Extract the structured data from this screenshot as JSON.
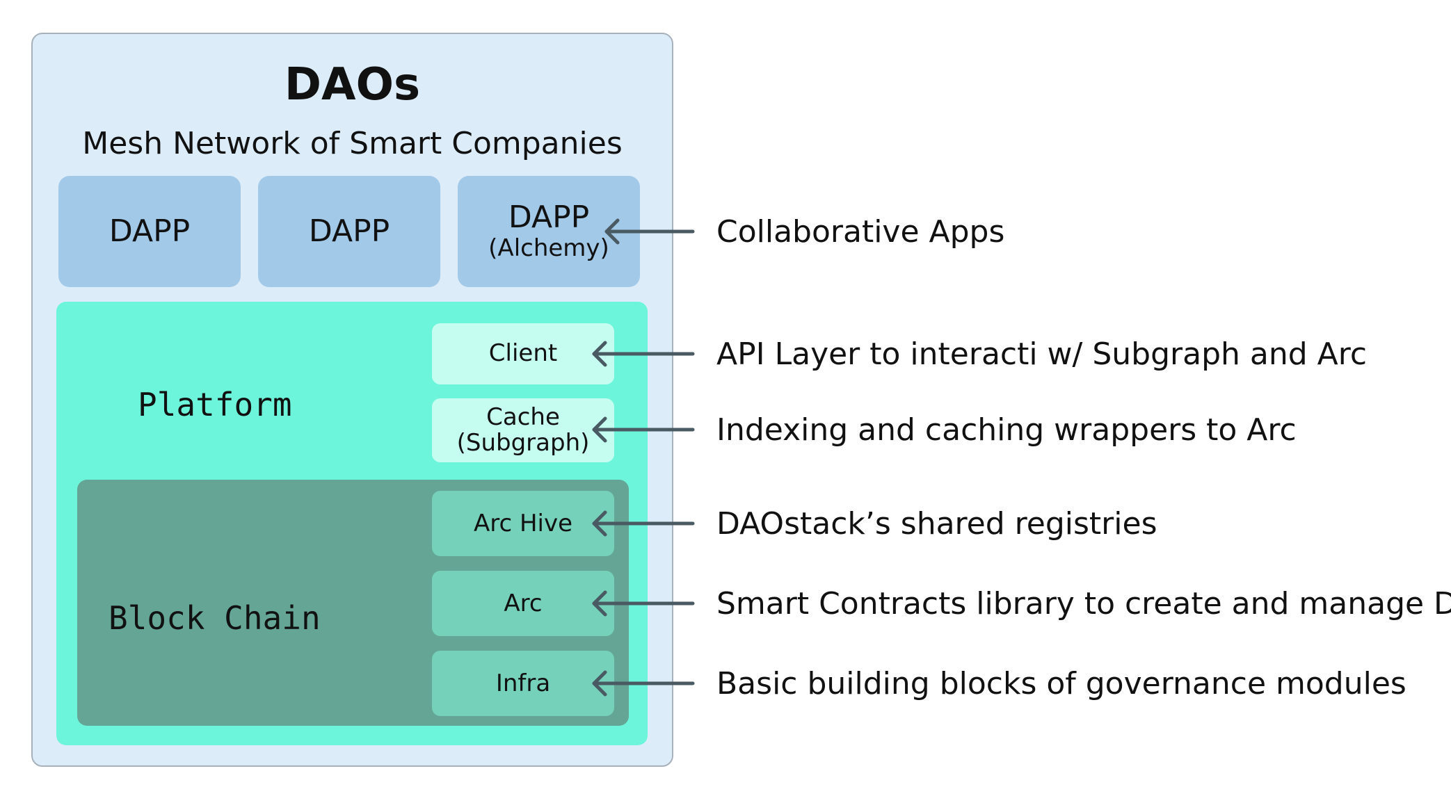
{
  "diagram": {
    "title": "DAOs",
    "subtitle": "Mesh Network of Smart Companies",
    "dapps": [
      {
        "label": "DAPP",
        "sub": ""
      },
      {
        "label": "DAPP",
        "sub": ""
      },
      {
        "label": "DAPP",
        "sub": "(Alchemy)"
      }
    ],
    "platform": {
      "label": "Platform",
      "boxes": [
        {
          "line1": "Client",
          "line2": ""
        },
        {
          "line1": "Cache",
          "line2": "(Subgraph)"
        }
      ]
    },
    "blockchain": {
      "label": "Block Chain",
      "boxes": [
        "Arc Hive",
        "Arc",
        "Infra"
      ]
    },
    "annotations": [
      "Collaborative Apps",
      "API Layer to interacti w/ Subgraph and Arc",
      "Indexing and caching wrappers to Arc",
      "DAOstack’s shared registries",
      "Smart Contracts  library to create and manage DAOs",
      "Basic building blocks of governance modules"
    ],
    "colors": {
      "outer_bg": "#dcedf9",
      "dapp": "#a3c9e9",
      "platform": "#6cf5da",
      "platform_box": "#c5fef1",
      "blockchain": "#64a595",
      "blockchain_box": "#75d1b9",
      "arrow": "#4a5a62"
    }
  }
}
